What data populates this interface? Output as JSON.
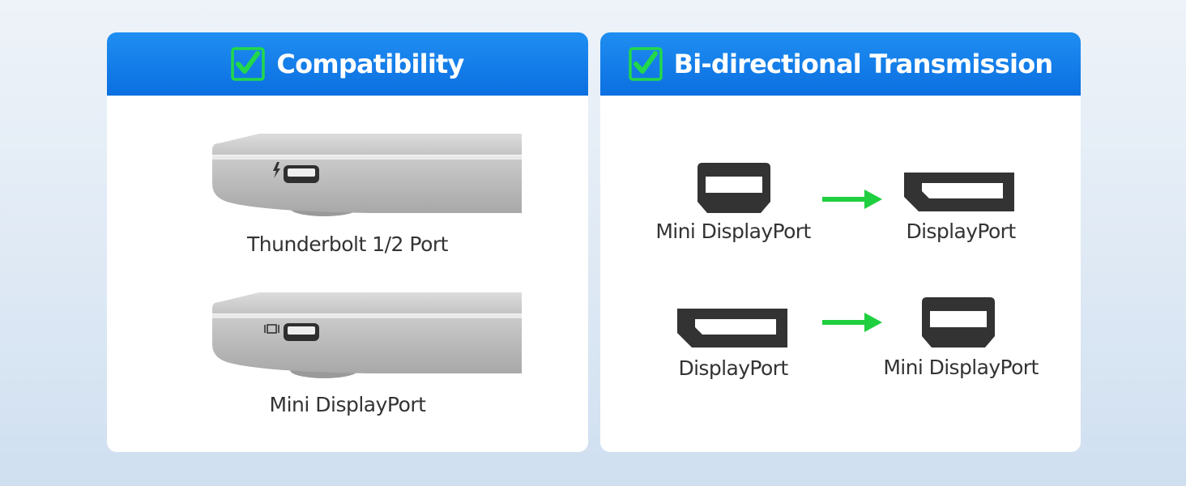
{
  "compatibility": {
    "title": "Compatibility",
    "ports": [
      {
        "caption": "Thunderbolt 1/2 Port",
        "icon": "lightning-bolt-icon"
      },
      {
        "caption": "Mini DisplayPort",
        "icon": "mini-displayport-symbol-icon"
      }
    ]
  },
  "transmission": {
    "title": "Bi-directional Transmission",
    "rows": [
      {
        "from": "Mini DisplayPort",
        "to": "DisplayPort"
      },
      {
        "from": "DisplayPort",
        "to": "Mini DisplayPort"
      }
    ]
  },
  "colors": {
    "header_blue": "#0b6fe0",
    "check_green": "#22d84a",
    "arrow_green": "#1fcf3f",
    "connector_dark": "#333333"
  }
}
